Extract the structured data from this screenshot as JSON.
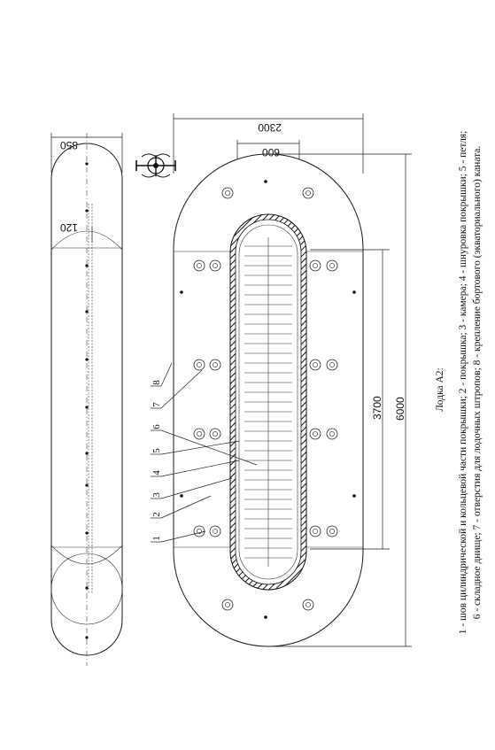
{
  "dimensions": {
    "side_width": "850",
    "side_detail": "120",
    "plan_width": "2300",
    "plan_inner_width": "600",
    "length_inner": "3700",
    "length_total": "6000"
  },
  "callouts": [
    "1",
    "2",
    "3",
    "4",
    "5",
    "6",
    "7",
    "8"
  ],
  "caption": {
    "title": "Лодка А2:",
    "line1": "1 - шов цилиндрической и кольцевой части покрышки; 2 - покрышка; 3 - камера; 4 - шнуровка покрышки; 5 - петля;",
    "line2": "6 - складное днище; 7 - отверстия для лодочных штропов; 8 - крепление бортового (экваториального) каната."
  },
  "colors": {
    "line": "#1a1a1a",
    "background": "#ffffff"
  },
  "icons": [
    "anchor-emblem-icon"
  ]
}
